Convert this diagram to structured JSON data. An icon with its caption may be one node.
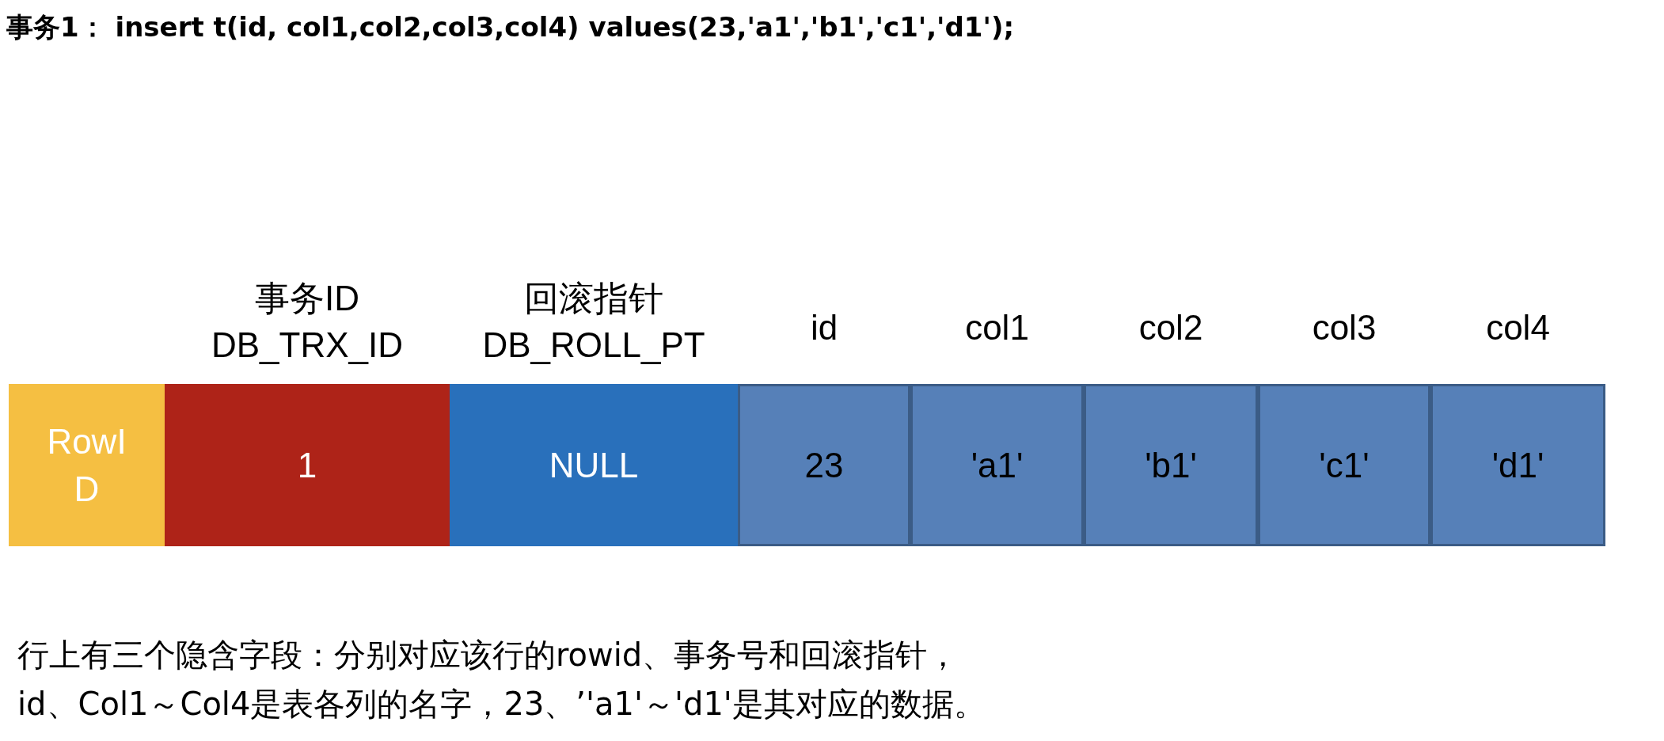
{
  "diagram": {
    "title": "事务1： insert t(id, col1,col2,col3,col4) values(23,'a1','b1','c1','d1');",
    "nodes": [
      {
        "text": [
          "RowID"
        ]
      },
      {
        "text": [
          "事务ID",
          "DB_TRX_ID",
          "1"
        ]
      },
      {
        "text": [
          "回滚指针",
          "DB_ROLL_PT",
          "NULL"
        ]
      },
      {
        "text": [
          "id",
          "23"
        ]
      },
      {
        "text": [
          "col1",
          "'a1'"
        ]
      },
      {
        "text": [
          "col2",
          "'b1'"
        ]
      },
      {
        "text": [
          "col3",
          "'c1'"
        ]
      },
      {
        "text": [
          "col4",
          "'d1'"
        ]
      }
    ],
    "labels": [
      "行上有三个隐含字段：分别对应该行的rowid、事务号和回滚指针，",
      "id、Col1～Col4是表各列的名字，23、’'a1'～'d1'是其对应的数据。"
    ]
  }
}
